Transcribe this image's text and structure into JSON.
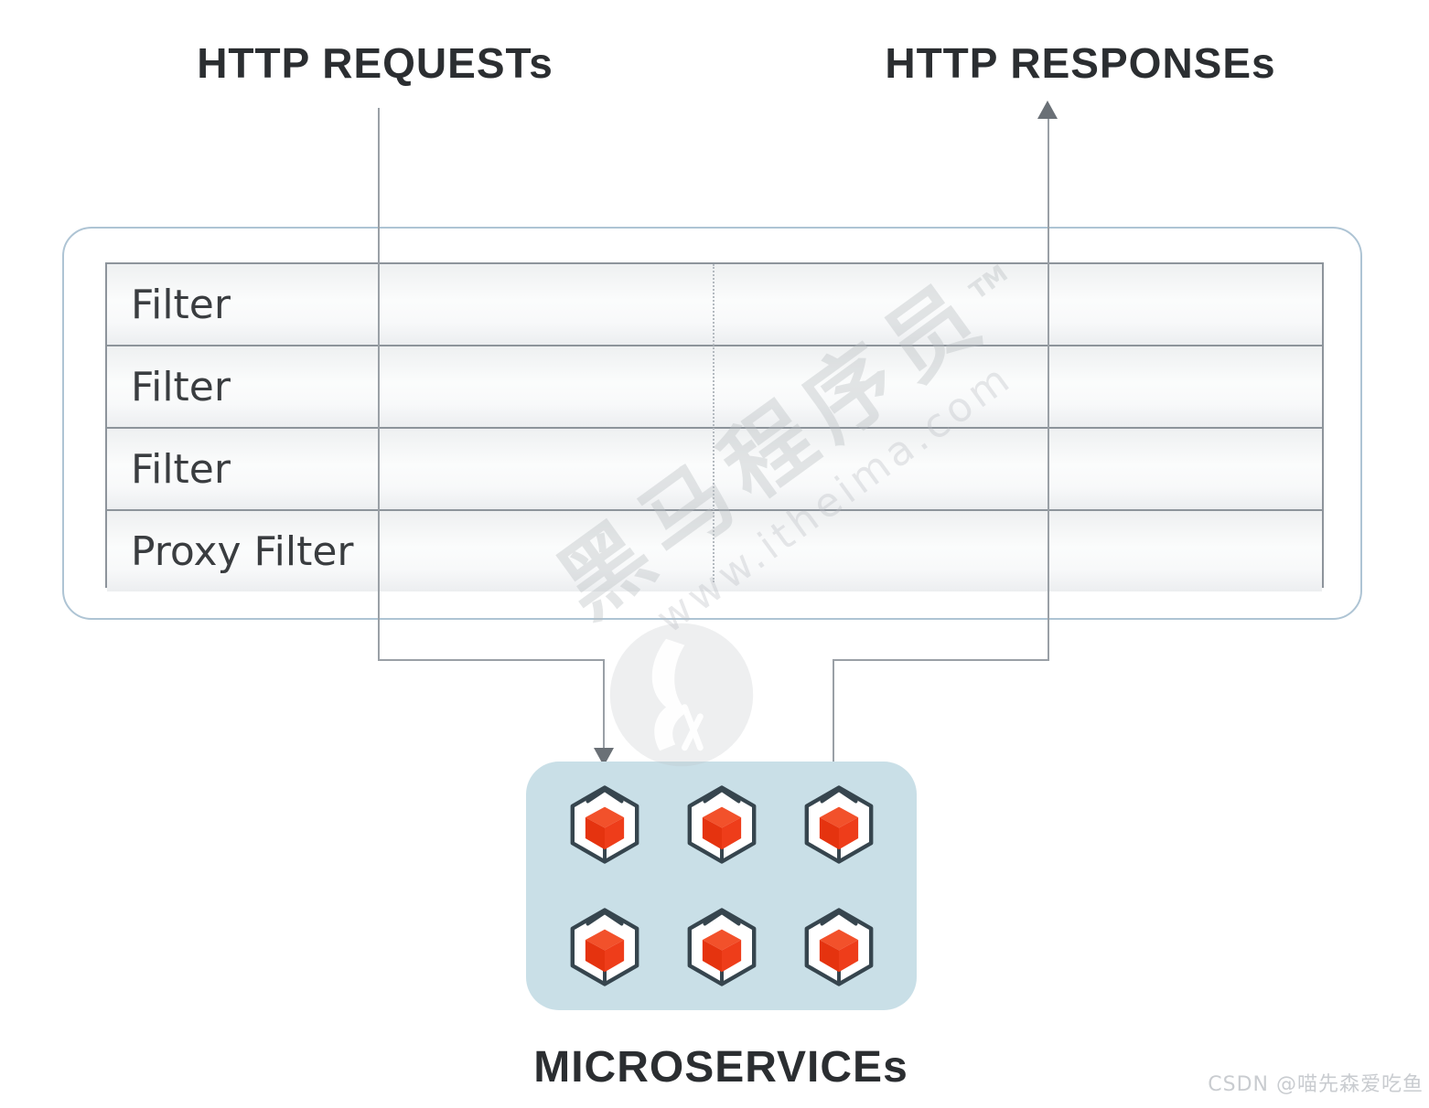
{
  "labels": {
    "http_requests": "HTTP REQUESTs",
    "http_responses": "HTTP RESPONSEs",
    "microservices": "MICROSERVICEs"
  },
  "filter_box": {
    "rows": [
      "Filter",
      "Filter",
      "Filter",
      "Proxy Filter"
    ]
  },
  "microservices": {
    "instance_count": 6
  },
  "watermark": {
    "brand": "黑马程序员",
    "tm": "TM",
    "site": "www.itheima.com",
    "csdn": "CSDN @喵先森爱吃鱼"
  },
  "colors": {
    "cube_red_top": "#f2512b",
    "cube_red_left": "#e5330f",
    "cube_red_right": "#ee3d1a",
    "cube_outline": "#36454e",
    "microservices_bg": "#c9dfe7",
    "gateway_border": "#aec4d4",
    "table_border": "#8d949b",
    "connector_line": "#9aa0a6",
    "arrowhead": "#6a7076",
    "heading_text": "#2b2e31",
    "row_text": "#3a3d40",
    "watermark_gray": "#c4c7ca"
  }
}
